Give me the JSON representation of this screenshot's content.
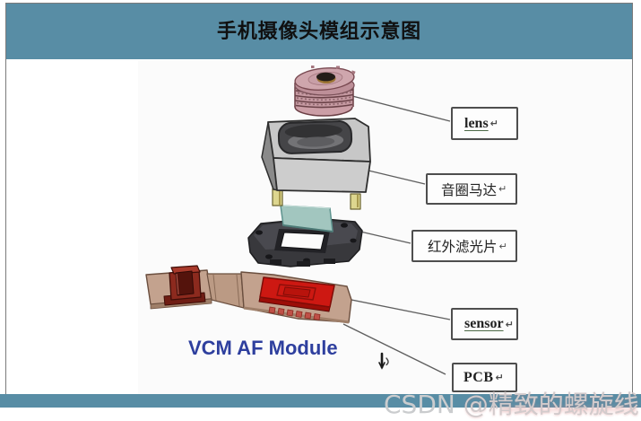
{
  "figure": {
    "title": "手机摄像头模组示意图",
    "title_color": "#101010",
    "header_color": "#588da5",
    "footer_strip_color": "#588da5",
    "border_color": "#7b7b7b"
  },
  "diagram": {
    "caption": "VCM AF Module",
    "caption_color": "#2e3f9e",
    "parts": [
      {
        "id": "lens-barrel",
        "label": "lens",
        "color": "#c69aa2"
      },
      {
        "id": "vcm-housing",
        "label": "音圈马达",
        "color": "#c7c7c7"
      },
      {
        "id": "ir-filter",
        "label": "红外滤光片",
        "color": "#a2c6bf"
      },
      {
        "id": "filter-holder",
        "label": "红外滤光片",
        "color": "#38383c"
      },
      {
        "id": "sensor-chip",
        "label": "sensor",
        "color": "#cd1812"
      },
      {
        "id": "pcb-board",
        "label": "PCB",
        "color": "#c3a28e"
      },
      {
        "id": "connector",
        "label": "PCB",
        "color": "#8c2a1e"
      }
    ]
  },
  "labels": [
    {
      "text": "lens",
      "suffix": "↵",
      "underline": true
    },
    {
      "text": "音圈马达",
      "suffix": "↵",
      "underline": false
    },
    {
      "text": "红外滤光片",
      "suffix": "↵",
      "underline": false
    },
    {
      "text": "sensor",
      "suffix": "↵",
      "underline": true
    },
    {
      "text": "PCB",
      "suffix": "↵",
      "underline": false
    }
  ],
  "watermark": {
    "prefix": "CSDN ",
    "cjk": "@精致的螺旋线",
    "color": "#caccce"
  }
}
